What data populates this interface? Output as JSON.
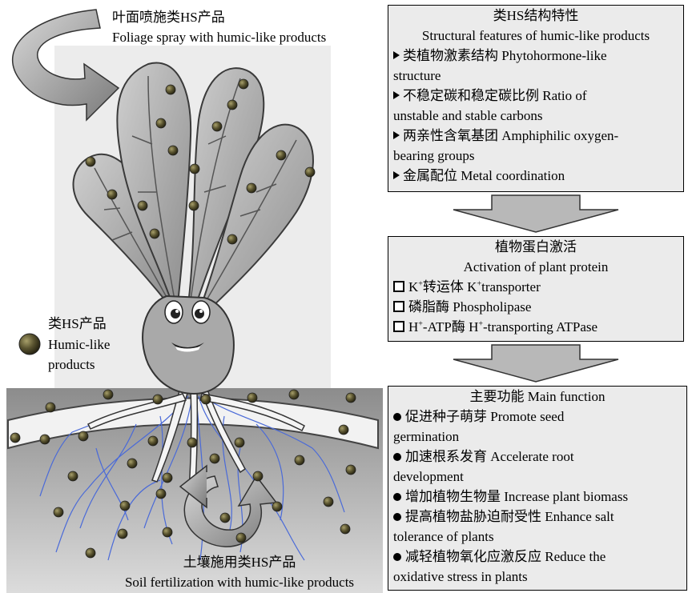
{
  "foliage": {
    "cn": "叶面喷施类HS产品",
    "en": "Foliage spray with humic-like products"
  },
  "legend": {
    "cn": "类HS产品",
    "en1": "Humic-like",
    "en2": "products"
  },
  "soil": {
    "cn": "土壤施用类HS产品",
    "en": "Soil fertilization with humic-like products"
  },
  "box1": {
    "title_cn": "类HS结构特性",
    "title_en": "Structural features of humic-like products",
    "items": [
      "类植物激素结构 Phytohormone-like",
      "structure",
      "不稳定碳和稳定碳比例 Ratio of",
      "unstable and stable carbons",
      "两亲性含氧基团 Amphiphilic oxygen-",
      "bearing groups",
      "金属配位 Metal coordination"
    ]
  },
  "box2": {
    "title_cn": "植物蛋白激活",
    "title_en": "Activation of plant protein",
    "item1": {
      "a": "K",
      "sup1": "+",
      "b": "转运体 K",
      "sup2": "+",
      "c": "transporter"
    },
    "item2": "磷脂酶 Phospholipase",
    "item3": {
      "a": "H",
      "sup1": "+",
      "b": "-ATP酶 H",
      "sup2": "+",
      "c": "-transporting ATPase"
    }
  },
  "box3": {
    "title": "主要功能 Main function",
    "items": [
      "促进种子萌芽 Promote seed",
      "germination",
      "加速根系发育 Accelerate root",
      "development",
      "增加植物生物量 Increase plant biomass",
      "提高植物盐胁迫耐受性 Enhance salt",
      "tolerance of plants",
      "减轻植物氧化应激反应 Reduce the",
      "oxidative stress in plants"
    ]
  },
  "colors": {
    "box_fill": "#ebebeb",
    "arrow_fill": "#b8b8b8",
    "soil_fill": "#9a9a9a",
    "particle": "#4f4a2a",
    "roots": "#4a6ad8"
  }
}
